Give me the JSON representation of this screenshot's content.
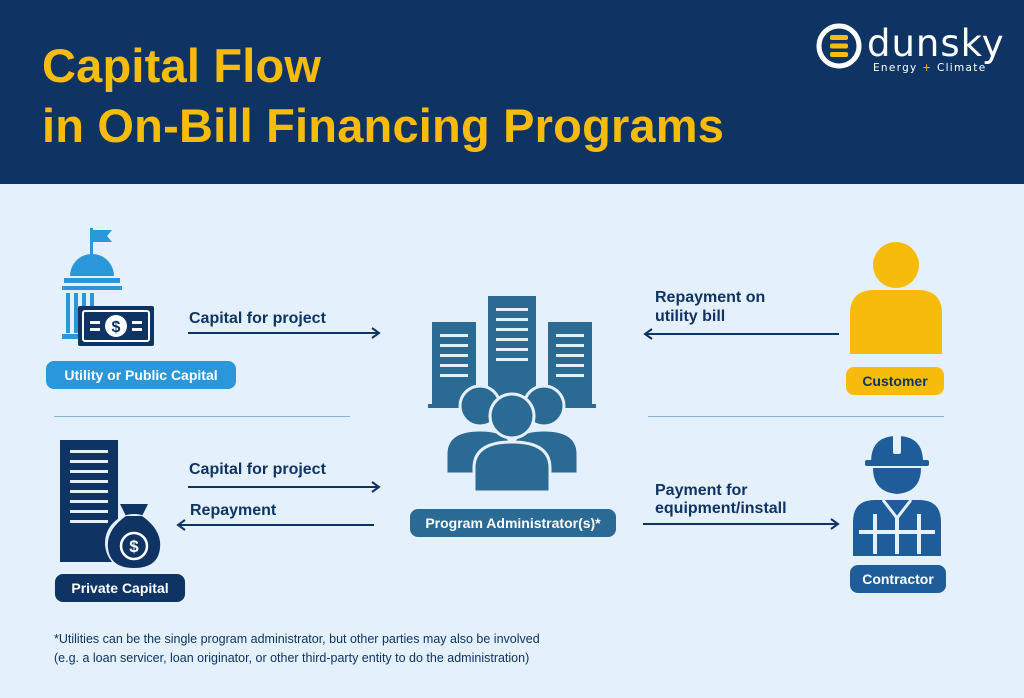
{
  "header": {
    "title_line1": "Capital Flow",
    "title_line2": "in On-Bill Financing Programs"
  },
  "logo": {
    "name": "dunsky",
    "tagline_left": "Energy",
    "tagline_plus": "+",
    "tagline_right": "Climate"
  },
  "nodes": {
    "utility": {
      "label": "Utility or Public Capital",
      "icon": "government-building-money-icon"
    },
    "private": {
      "label": "Private Capital",
      "icon": "office-tower-money-bag-icon"
    },
    "admin": {
      "label": "Program Administrator(s)*",
      "icon": "buildings-people-group-icon"
    },
    "customer": {
      "label": "Customer",
      "icon": "person-icon"
    },
    "contractor": {
      "label": "Contractor",
      "icon": "construction-worker-icon"
    }
  },
  "flows": {
    "utility_to_admin": "Capital for project",
    "private_to_admin": "Capital for project",
    "admin_to_private": "Repayment",
    "customer_to_admin_line1": "Repayment on",
    "customer_to_admin_line2": "utility bill",
    "admin_to_contractor_line1": "Payment for",
    "admin_to_contractor_line2": "equipment/install"
  },
  "footnote": {
    "line1": "*Utilities can be the single program administrator, but other parties may also be involved",
    "line2": "(e.g. a loan servicer, loan originator, or other third-party entity to do the administration)"
  },
  "colors": {
    "navy": "#0f3464",
    "yellow": "#f7bb0b",
    "light_blue": "#2b97db",
    "steel_blue": "#2b6a93",
    "background": "#e4f0fb"
  }
}
